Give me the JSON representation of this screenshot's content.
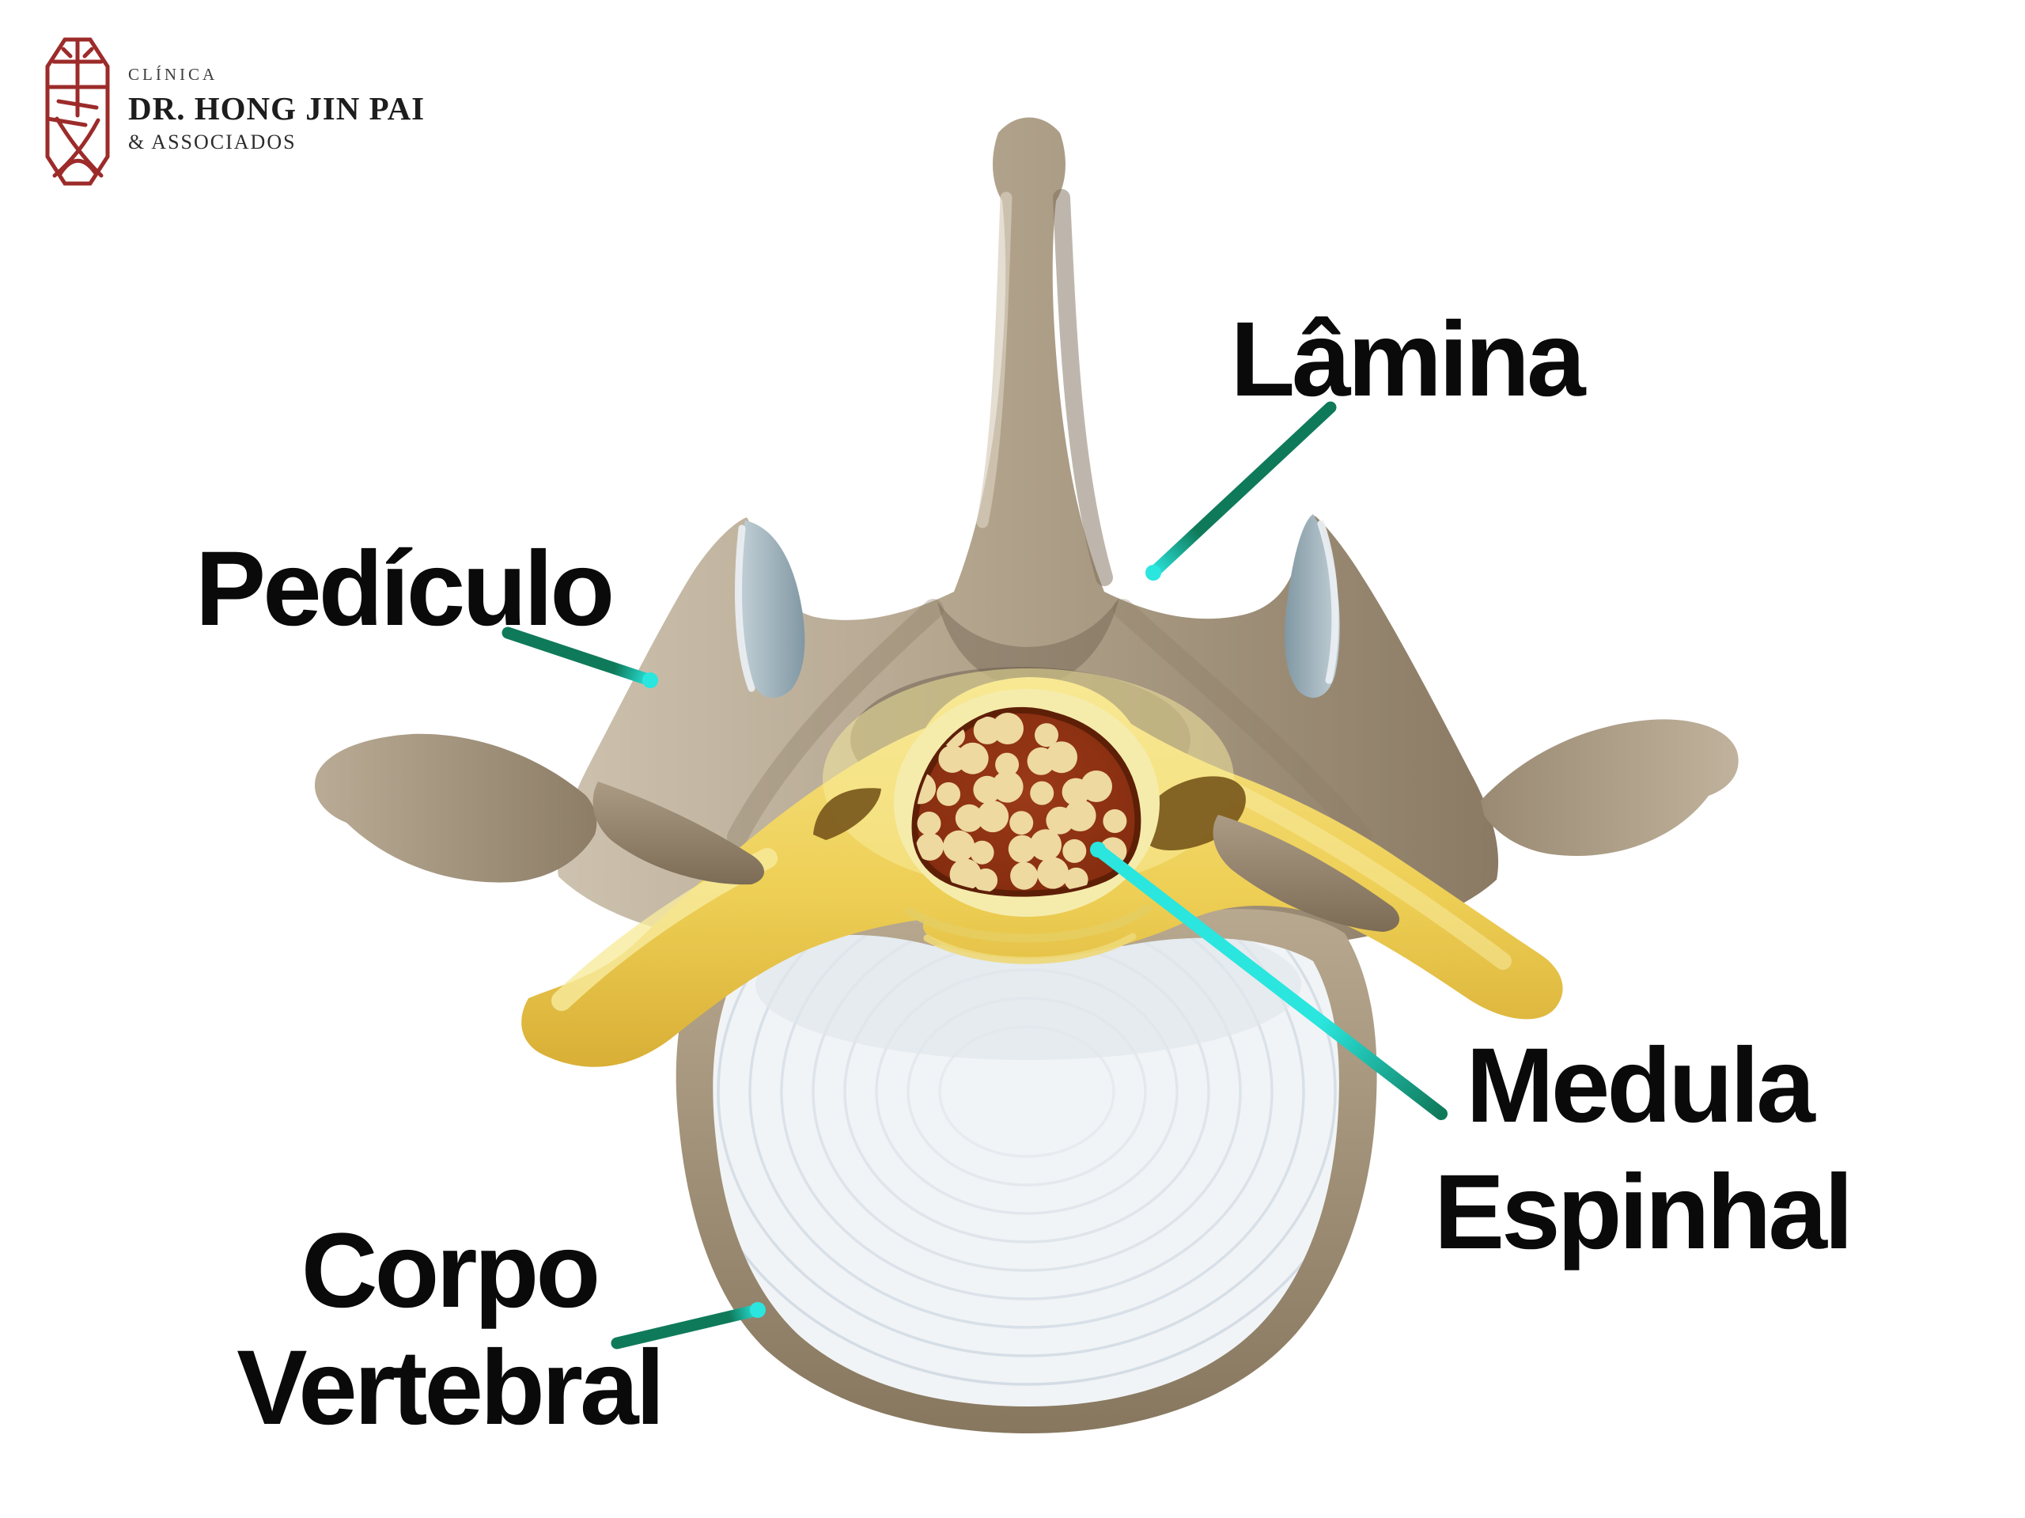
{
  "header": {
    "clinic_label": "CLÍNICA",
    "clinic_name": "DR. HONG JIN PAI",
    "clinic_suffix": "& ASSOCIADOS"
  },
  "figure": {
    "title": "Vertebra (superior view) anatomy diagram",
    "labels": {
      "lamina": "Lâmina",
      "pediculo": "Pedículo",
      "medula": [
        "Medula",
        "Espinhal"
      ],
      "corpo": [
        "Corpo",
        "Vertebral"
      ]
    }
  },
  "colors": {
    "seal_red": "#9c2b2a",
    "logo_text": "#1d1d1d",
    "label_text": "#0a0a0a",
    "leader_teal": "#0f7a5a",
    "leader_cyan": "#2ae6de",
    "bone_light": "#cdc2af",
    "bone_mid": "#a5947e",
    "bone_shadow": "#75654f",
    "cartilage_blue": "#8fa5b0",
    "cartilage_rim": "#e9eef2",
    "nerve_yellow": "#f2d763",
    "nerve_highlight": "#f8eb9e",
    "nerve_shadow": "#d9af36",
    "nerve_slot": "#7d5d1f",
    "cord_maroon": "#8e3014",
    "cord_outline": "#5e1f07",
    "fascicle_cream": "#eed9a0",
    "body_rim": "#a6967e",
    "disc_white": "#f1f4f6",
    "disc_ring": "#c3cedb"
  }
}
